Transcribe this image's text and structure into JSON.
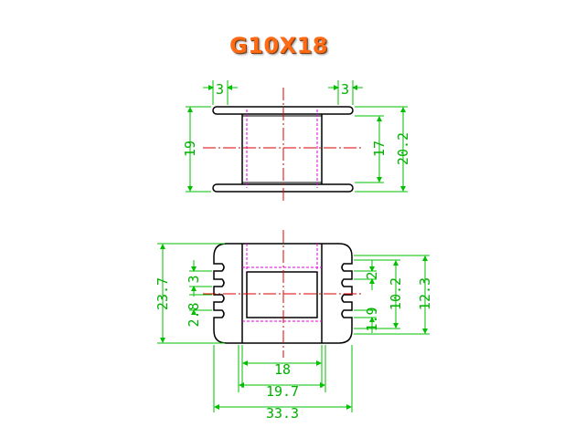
{
  "title": "G10X18",
  "colors": {
    "outline": "#000000",
    "dimension": "#00c000",
    "centerline": "#e00000",
    "hidden": "#e000e0",
    "title": "#ff6a13"
  },
  "top_view": {
    "dims": {
      "flange_left": "3",
      "flange_right": "3",
      "height": "19",
      "inner": "17",
      "overall": "20.2"
    }
  },
  "front_view": {
    "dims": {
      "height": "23.7",
      "slot_pitch": "3",
      "slot": "2.8",
      "right_slot": "2",
      "right_a": "1.9",
      "right_b": "10.2",
      "right_c": "12.3",
      "bottom_a": "18",
      "bottom_b": "19.7",
      "bottom_c": "33.3"
    }
  }
}
